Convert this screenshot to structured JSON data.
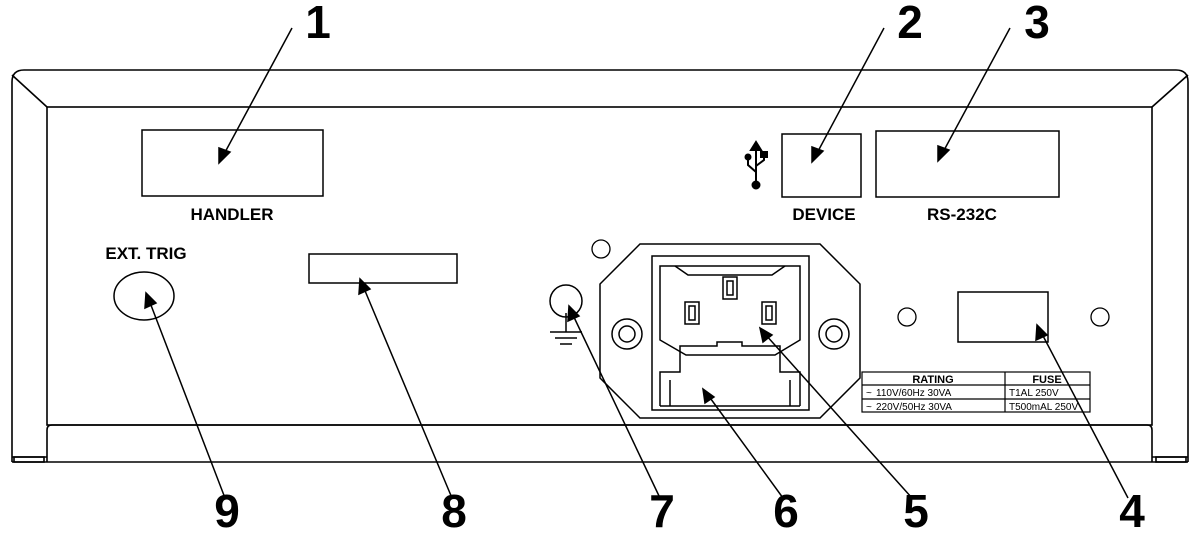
{
  "callouts": [
    "1",
    "2",
    "3",
    "4",
    "5",
    "6",
    "7",
    "8",
    "9"
  ],
  "labels": {
    "handler": "HANDLER",
    "device": "DEVICE",
    "rs232c": "RS-232C",
    "ext_trig": "EXT. TRIG"
  },
  "rating_table": {
    "header_rating": "RATING",
    "header_fuse": "FUSE",
    "rows": [
      {
        "rating": "110V/60Hz   30VA",
        "fuse": "T1AL 250V"
      },
      {
        "rating": "220V/50Hz   30VA",
        "fuse": "T500mAL 250V"
      }
    ]
  }
}
